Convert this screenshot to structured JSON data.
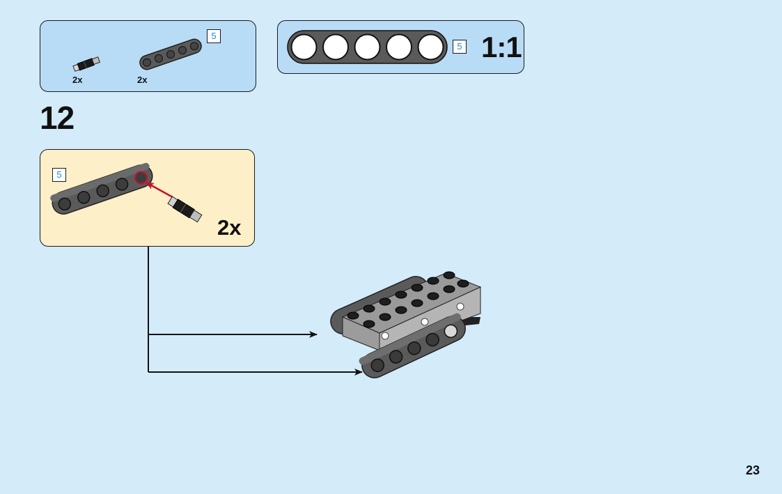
{
  "parts_list": {
    "items": [
      {
        "name": "axle-pin",
        "qty": "2x"
      },
      {
        "name": "beam-5",
        "qty": "2x",
        "length": "5"
      }
    ]
  },
  "scale": {
    "length": "5",
    "ratio": "1:1"
  },
  "step": {
    "number": "12"
  },
  "subassembly": {
    "length": "5",
    "qty": "2x"
  },
  "page": {
    "number": "23"
  },
  "colors": {
    "background": "#d4ebfa",
    "parts_panel": "#b9dcf6",
    "subassembly_panel": "#fdefc8",
    "beam": "#5a5a5a",
    "insertion_arrow": "#c8102e",
    "length_digit": "#1a8fd0"
  }
}
